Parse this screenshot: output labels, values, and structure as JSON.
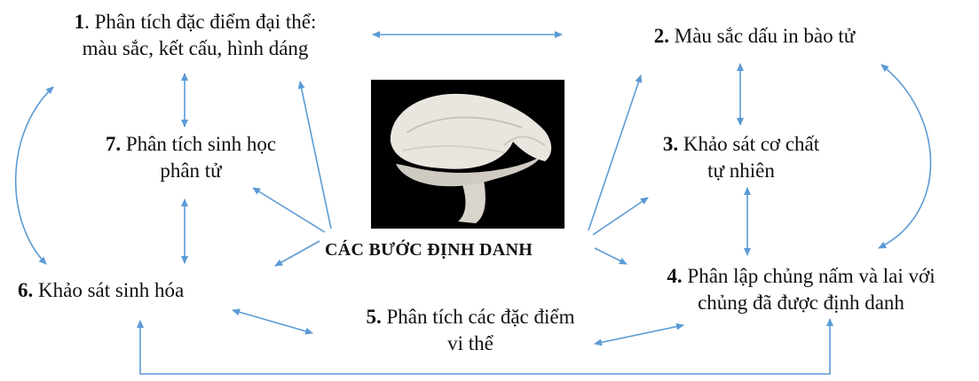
{
  "diagram": {
    "center_title": "CÁC BƯỚC ĐỊNH DANH",
    "center_image": "oyster-mushroom-photo",
    "arrow_color": "#5b9bd5",
    "steps": [
      {
        "num": "1",
        "sep": ". ",
        "lines": [
          "Phân tích đặc điểm đại thể:",
          "màu sắc, kết cấu, hình dáng"
        ]
      },
      {
        "num": "2.",
        "sep": " ",
        "lines": [
          "Màu sắc dấu in bào tử"
        ]
      },
      {
        "num": "3.",
        "sep": " ",
        "lines": [
          "Khảo sát cơ chất",
          "tự nhiên"
        ]
      },
      {
        "num": "4.",
        "sep": " ",
        "lines": [
          "Phân lập chủng nấm và lai với",
          "chủng đã được định danh"
        ]
      },
      {
        "num": "5.",
        "sep": " ",
        "lines": [
          "Phân tích các đặc điểm",
          "vi thể"
        ]
      },
      {
        "num": "6.",
        "sep": " ",
        "lines": [
          "Khảo sát sinh hóa"
        ]
      },
      {
        "num": "7.",
        "sep": " ",
        "lines": [
          "Phân tích sinh học",
          "phân tử"
        ]
      }
    ]
  }
}
